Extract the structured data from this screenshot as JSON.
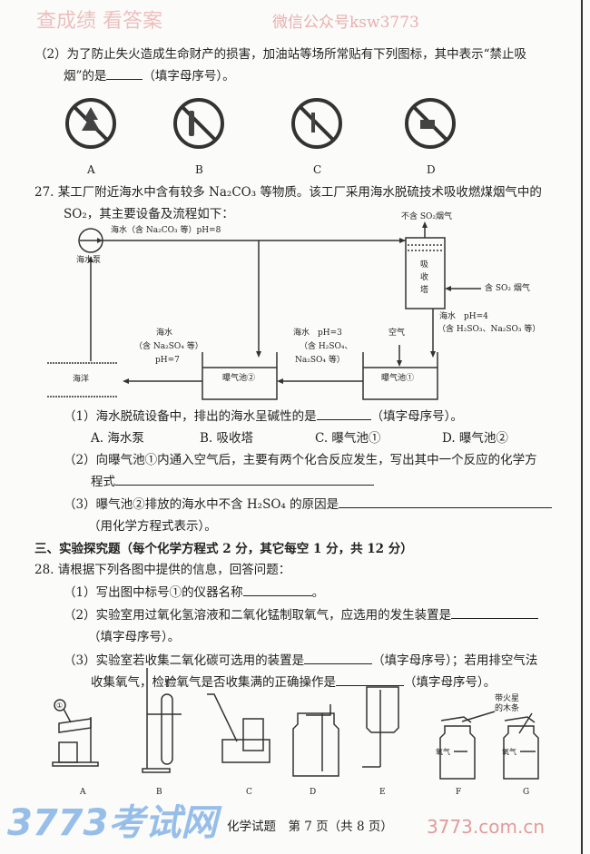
{
  "q26_2": {
    "line1": "（2）为了防止失火造成生命财产的损害，加油站等场所常贴有下列图标，其中表示“禁止吸",
    "line2a": "烟”的是",
    "line2b": "（填字母序号）。",
    "icons": [
      {
        "label": "A",
        "icon": "no-fireworks-icon"
      },
      {
        "label": "B",
        "icon": "no-smoking-icon"
      },
      {
        "label": "C",
        "icon": "no-open-flame-icon"
      },
      {
        "label": "D",
        "icon": "no-matches-icon"
      }
    ]
  },
  "q27": {
    "line1": "27. 某工厂附近海水中含有较多 Na₂CO₃ 等物质。该工厂采用海水脱硫技术吸收燃煤烟气中的",
    "line2": "SO₂，其主要设备及流程如下：",
    "diagram": {
      "top_flow": "海水（含 Na₂CO₃ 等）pH=8",
      "pump": "海水泵",
      "tower": "吸收塔",
      "exhaust": "不含 SO₂烟气",
      "flue_in": "含 SO₂ 烟气",
      "tower_out1": "海水　pH=4",
      "tower_out2": "（含 H₂SO₃、Na₂SO₃ 等）",
      "air": "空气",
      "pool1_out1": "海水　pH=3",
      "pool1_out2": "（含 H₂SO₄、",
      "pool1_out3": "Na₂SO₄ 等）",
      "pool2_out1": "海水",
      "pool2_out2": "（含 Na₂SO₄ 等）",
      "pool2_out3": "pH=7",
      "pool1": "曝气池①",
      "pool2": "曝气池②",
      "ocean": "海洋"
    },
    "sub1a": "（1）海水脱硫设备中，排出的海水呈碱性的是",
    "sub1b": "（填字母序号）。",
    "options": [
      "A.  海水泵",
      "B.  吸收塔",
      "C.  曝气池①",
      "D.  曝气池②"
    ],
    "sub2a": "（2）向曝气池①内通入空气后，主要有两个化合反应发生，写出其中一个反应的化学方",
    "sub2b": "程式",
    "sub3a": "（3）曝气池②排放的海水中不含 H₂SO₄ 的原因是",
    "sub3b": "（用化学方程式表示）。"
  },
  "section3": "三、实验探究题（每个化学方程式 2 分，其它每空 1 分，共 12 分）",
  "q28": {
    "line": "28.  请根据下列各图中提供的信息，回答问题：",
    "sub1a": "（1）写出图中标号①的仪器名称",
    "sub1b": "。",
    "sub2a": "（2）实验室用过氧化氢溶液和二氧化锰制取氧气，应选用的发生装置是",
    "sub2b": "（填字母序号）。",
    "sub3a": "（3）实验室若收集二氧化碳可选用的装置是",
    "sub3b": "（填字母序号）；若用排空气法",
    "sub3c": "收集氧气，检验氧气是否收集满的正确操作是",
    "sub3d": "（填字母序号）。",
    "apparatus": {
      "labels": [
        "A",
        "B",
        "C",
        "D",
        "E",
        "F",
        "G"
      ],
      "marker": "①",
      "splint1": "带火星",
      "splint2": "的木条",
      "oxygen": "氧气"
    }
  },
  "footer": "化学试题　第 7 页（共 8 页）",
  "watermark": {
    "logo": "3773考试网",
    "url": "3773.com.cn",
    "red1": "查成绩 看答案",
    "red2": "微信公众号ksw3773"
  }
}
